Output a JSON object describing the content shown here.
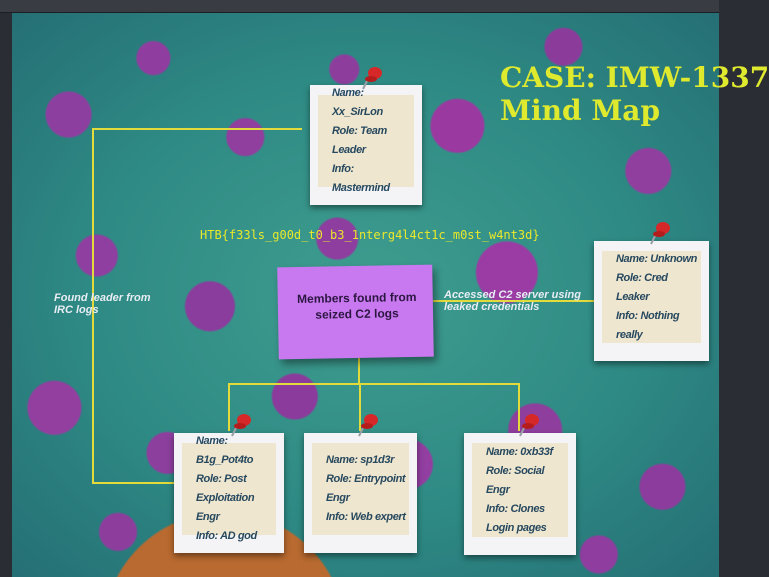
{
  "title": {
    "line1": "CASE: IMW-1337",
    "line2": "Mind Map"
  },
  "flag": "HTB{f33ls_g00d_t0_b3_1nterg4l4ct1c_m0st_w4nt3d}",
  "center_note": {
    "text": "Members found from seized C2 logs"
  },
  "annotations": {
    "left": "Found leader from IRC logs",
    "right": "Accessed C2 server using leaked credentials"
  },
  "members": [
    {
      "lines": [
        "Name: Xx_SirLon",
        "Role: Team Leader",
        "Info: Mastermind"
      ]
    },
    {
      "lines": [
        "Name: Unknown",
        "Role: Cred Leaker",
        "Info: Nothing really"
      ]
    },
    {
      "lines": [
        "Name: B1g_Pot4to",
        "Role: Post",
        "Exploitation Engr",
        "Info: AD god"
      ]
    },
    {
      "lines": [
        "Name: sp1d3r",
        "Role: Entrypoint",
        "Engr",
        "Info: Web expert"
      ]
    },
    {
      "lines": [
        "Name: 0xb33f",
        "Role: Social Engr",
        "Info: Clones",
        "Login pages"
      ]
    }
  ],
  "colors": {
    "accent": "#dfe92e",
    "connector": "#e3da3c",
    "sticky": "#c979f0",
    "pin": "#d62828"
  }
}
